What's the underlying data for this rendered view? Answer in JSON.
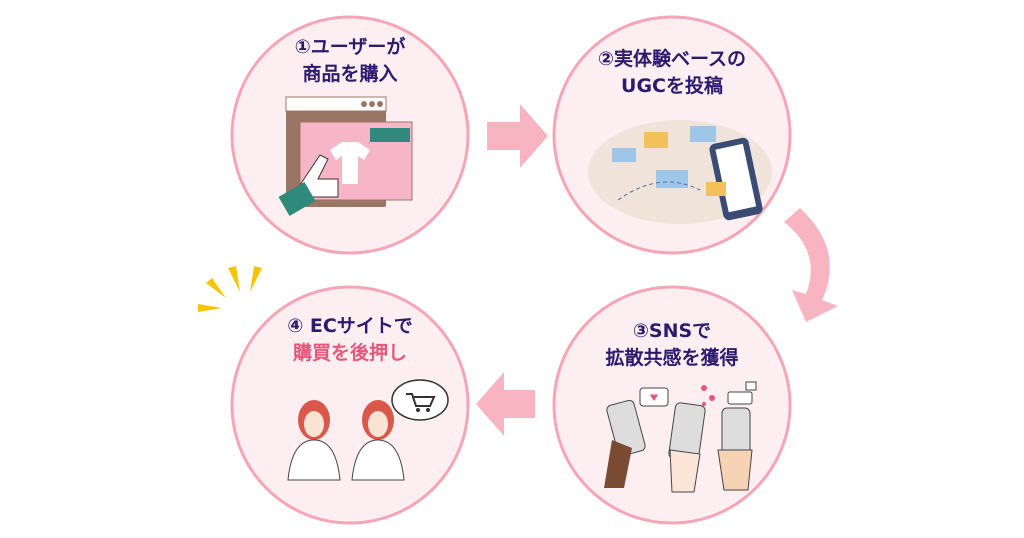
{
  "colors": {
    "circle_fill": "#fdeef1",
    "circle_stroke": "#f6a5b6",
    "arrow": "#f8b4c1",
    "text": "#2b1a6e",
    "accent": "#e5577c",
    "spark": "#f7c400"
  },
  "steps": [
    {
      "line1": "①ユーザーが",
      "line2": "商品を購入",
      "illustration": "browser-hand-icon"
    },
    {
      "line1": "②実体験ベースの",
      "line2": "UGCを投稿",
      "illustration": "smartphone-messages-icon"
    },
    {
      "line1": "③SNSで",
      "line2": "拡散共感を獲得",
      "illustration": "hands-phones-icon"
    },
    {
      "line1": "④ ECサイトで",
      "line2": "購買を後押し",
      "illustration": "women-cart-icon"
    }
  ]
}
